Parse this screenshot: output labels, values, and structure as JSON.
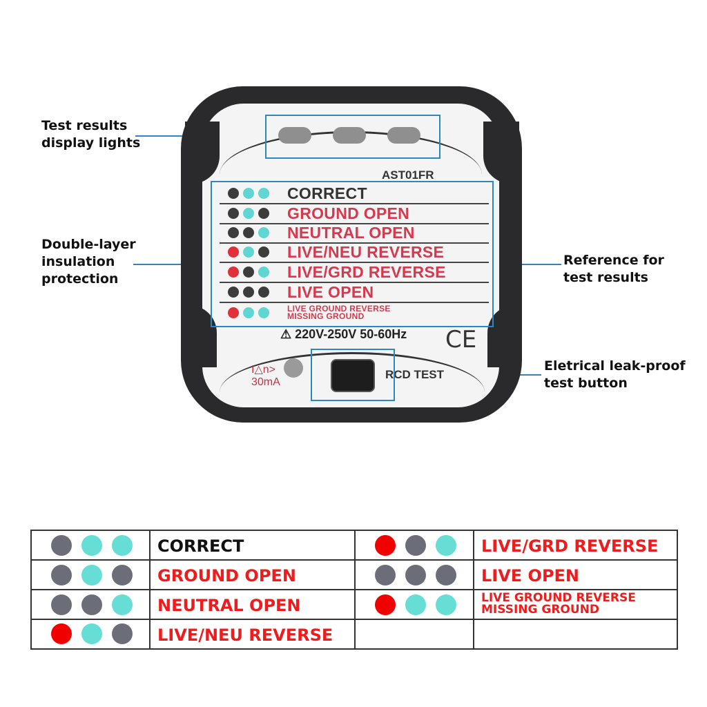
{
  "callouts": {
    "lights": [
      "Test results",
      "display lights"
    ],
    "insulation": [
      "Double-layer",
      "insulation",
      "protection"
    ],
    "reference": [
      "Reference for",
      "test results"
    ],
    "button": [
      "Eletrical leak-proof",
      "test button"
    ]
  },
  "device": {
    "model": "AST01FR",
    "voltage": "220V-250V 50-60Hz",
    "ce_mark": "CE",
    "ian_line1": "I△n>",
    "ian_line2": "30mA",
    "rcd_label": "RCD TEST",
    "reference_rows": [
      {
        "label": "CORRECT",
        "color": "#333333",
        "dots": [
          "gray",
          "cyan",
          "cyan"
        ]
      },
      {
        "label": "GROUND OPEN",
        "color": "#d4394e",
        "dots": [
          "gray",
          "cyan",
          "gray"
        ]
      },
      {
        "label": "NEUTRAL OPEN",
        "color": "#d4394e",
        "dots": [
          "gray",
          "gray",
          "cyan"
        ]
      },
      {
        "label": "LIVE/NEU REVERSE",
        "color": "#d4394e",
        "dots": [
          "red",
          "cyan",
          "gray"
        ]
      },
      {
        "label": "LIVE/GRD REVERSE",
        "color": "#d4394e",
        "dots": [
          "red",
          "gray",
          "cyan"
        ]
      },
      {
        "label": "LIVE OPEN",
        "color": "#d4394e",
        "dots": [
          "gray",
          "gray",
          "gray"
        ]
      },
      {
        "label": "LIVE GROUND REVERSE",
        "label2": "MISSING GROUND",
        "color": "#d4394e",
        "dots": [
          "red",
          "cyan",
          "cyan"
        ]
      }
    ]
  },
  "legend": {
    "left": [
      {
        "label": "CORRECT",
        "style": "black",
        "dots": [
          "gray",
          "cyan",
          "cyan"
        ]
      },
      {
        "label": "GROUND OPEN",
        "style": "red",
        "dots": [
          "gray",
          "cyan",
          "gray"
        ]
      },
      {
        "label": "NEUTRAL OPEN",
        "style": "red",
        "dots": [
          "gray",
          "gray",
          "cyan"
        ]
      },
      {
        "label": "LIVE/NEU REVERSE",
        "style": "red",
        "dots": [
          "red",
          "cyan",
          "gray"
        ]
      }
    ],
    "right": [
      {
        "label": "LIVE/GRD REVERSE",
        "style": "red",
        "dots": [
          "red",
          "gray",
          "cyan"
        ]
      },
      {
        "label": "LIVE OPEN",
        "style": "red",
        "dots": [
          "gray",
          "gray",
          "gray"
        ]
      },
      {
        "label": "LIVE GROUND REVERSE",
        "label2": "MISSING GROUND",
        "style": "red",
        "dots": [
          "red",
          "cyan",
          "cyan"
        ]
      }
    ]
  },
  "colors": {
    "gray": "#6b6e78",
    "cyan": "#66ddd5",
    "red": "#f00000",
    "accent": "#2b86c5"
  }
}
